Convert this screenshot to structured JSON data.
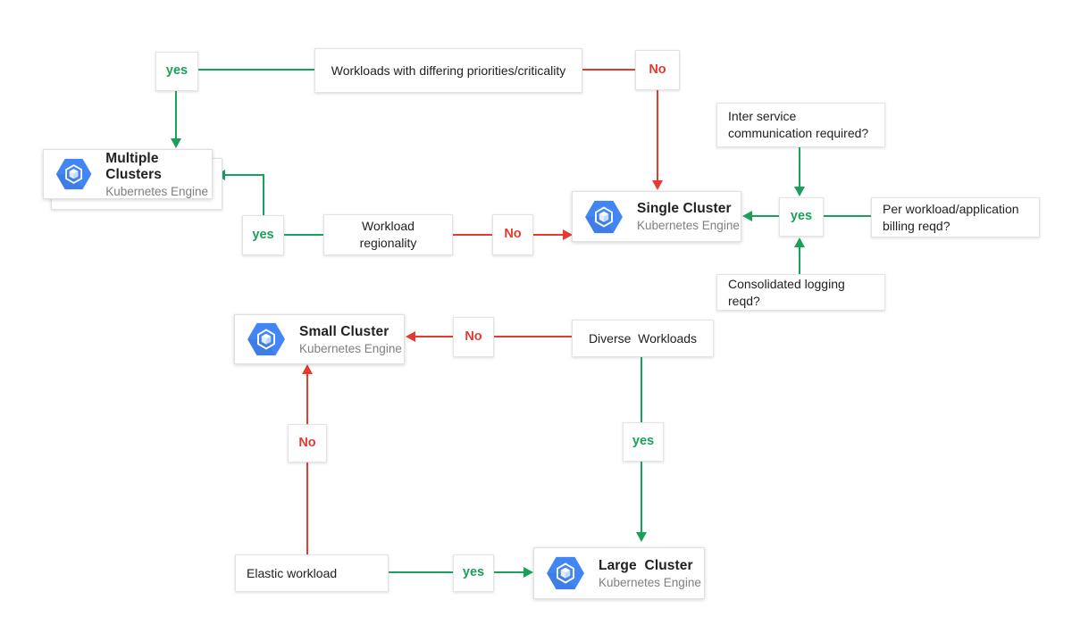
{
  "colors": {
    "yes_green": "#1aa05a",
    "no_red": "#e53a30",
    "icon_blue": "#4285f4",
    "card_border": "#e0e0e0",
    "title_text": "#212121",
    "subtitle_text": "#7f7f7f"
  },
  "nodes": {
    "decision_priorities": {
      "label": "Workloads with differing priorities/criticality"
    },
    "yes_priorities": {
      "label": "yes"
    },
    "no_priorities": {
      "label": "No"
    },
    "multiple_clusters": {
      "title": "Multiple Clusters",
      "subtitle": "Kubernetes Engine"
    },
    "yes_regionality": {
      "label": "yes"
    },
    "workload_regionality": {
      "label": "Workload regionality"
    },
    "no_regionality": {
      "label": "No"
    },
    "single_cluster": {
      "title": "Single Cluster",
      "subtitle": "Kubernetes Engine"
    },
    "yes_single": {
      "label": "yes"
    },
    "inter_service": {
      "label": "Inter service communication required?"
    },
    "per_workload": {
      "label": "Per workload/application billing reqd?"
    },
    "consolidated_logging": {
      "label": "Consolidated logging reqd?"
    },
    "small_cluster": {
      "title": "Small Cluster",
      "subtitle": "Kubernetes Engine"
    },
    "no_diverse": {
      "label": "No"
    },
    "diverse_workloads": {
      "label": "Diverse  Workloads"
    },
    "yes_diverse": {
      "label": "yes"
    },
    "no_elastic": {
      "label": "No"
    },
    "elastic_workload": {
      "label": "Elastic workload"
    },
    "yes_elastic": {
      "label": "yes"
    },
    "large_cluster": {
      "title": "Large  Cluster",
      "subtitle": "Kubernetes Engine"
    }
  }
}
